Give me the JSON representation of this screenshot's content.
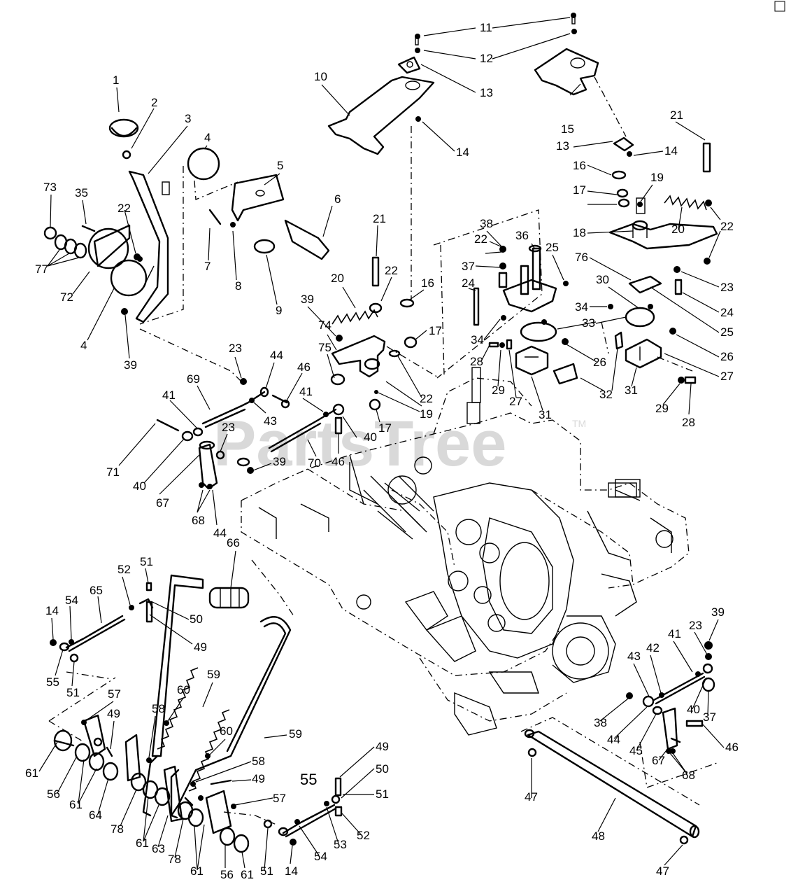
{
  "watermark": {
    "text": "PartsTree",
    "trademark": "TM"
  },
  "part_labels": [
    "1",
    "2",
    "3",
    "4",
    "5",
    "6",
    "7",
    "8",
    "9",
    "10",
    "11",
    "12",
    "13",
    "14",
    "15",
    "16",
    "17",
    "18",
    "19",
    "20",
    "21",
    "22",
    "23",
    "24",
    "25",
    "26",
    "27",
    "28",
    "29",
    "30",
    "31",
    "32",
    "33",
    "34",
    "35",
    "36",
    "37",
    "38",
    "39",
    "40",
    "41",
    "42",
    "43",
    "44",
    "45",
    "46",
    "47",
    "48",
    "49",
    "50",
    "51",
    "52",
    "53",
    "54",
    "55",
    "56",
    "57",
    "58",
    "59",
    "60",
    "61",
    "63",
    "64",
    "65",
    "66",
    "67",
    "68",
    "69",
    "70",
    "71",
    "72",
    "73",
    "74",
    "75",
    "76",
    "77",
    "78"
  ]
}
